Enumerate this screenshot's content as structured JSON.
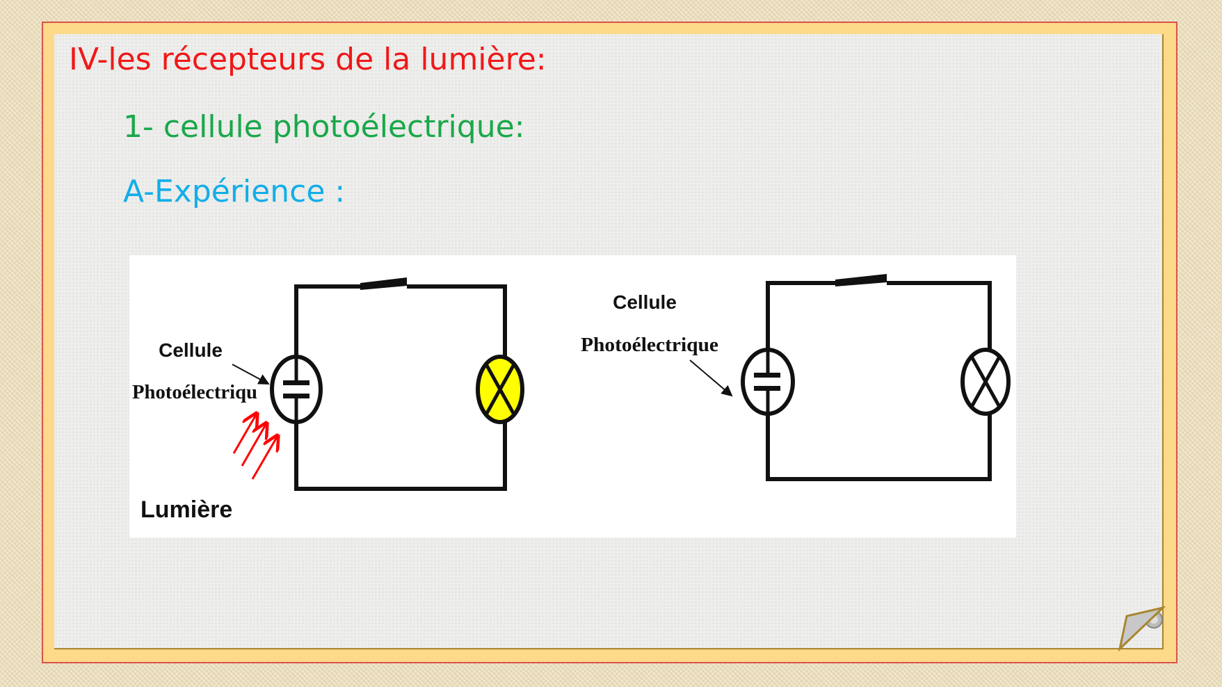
{
  "slide": {
    "title": "IV-les récepteurs de la lumière:",
    "subtitle_1": "1- cellule photoélectrique:",
    "subtitle_2": "A-Expérience :"
  },
  "figure": {
    "left_circuit": {
      "label_line1": "Cellule",
      "label_line2": "Photoélectriqu",
      "light_label": "Lumière",
      "lamp_color": "#ffff00"
    },
    "right_circuit": {
      "label_line1": "Cellule",
      "label_line2": "Photoélectrique",
      "lamp_color": "#ffffff"
    }
  },
  "colors": {
    "title": "#f01818",
    "subtitle_1": "#19a84a",
    "subtitle_2": "#12aee8",
    "arrows": "#ff0000"
  }
}
